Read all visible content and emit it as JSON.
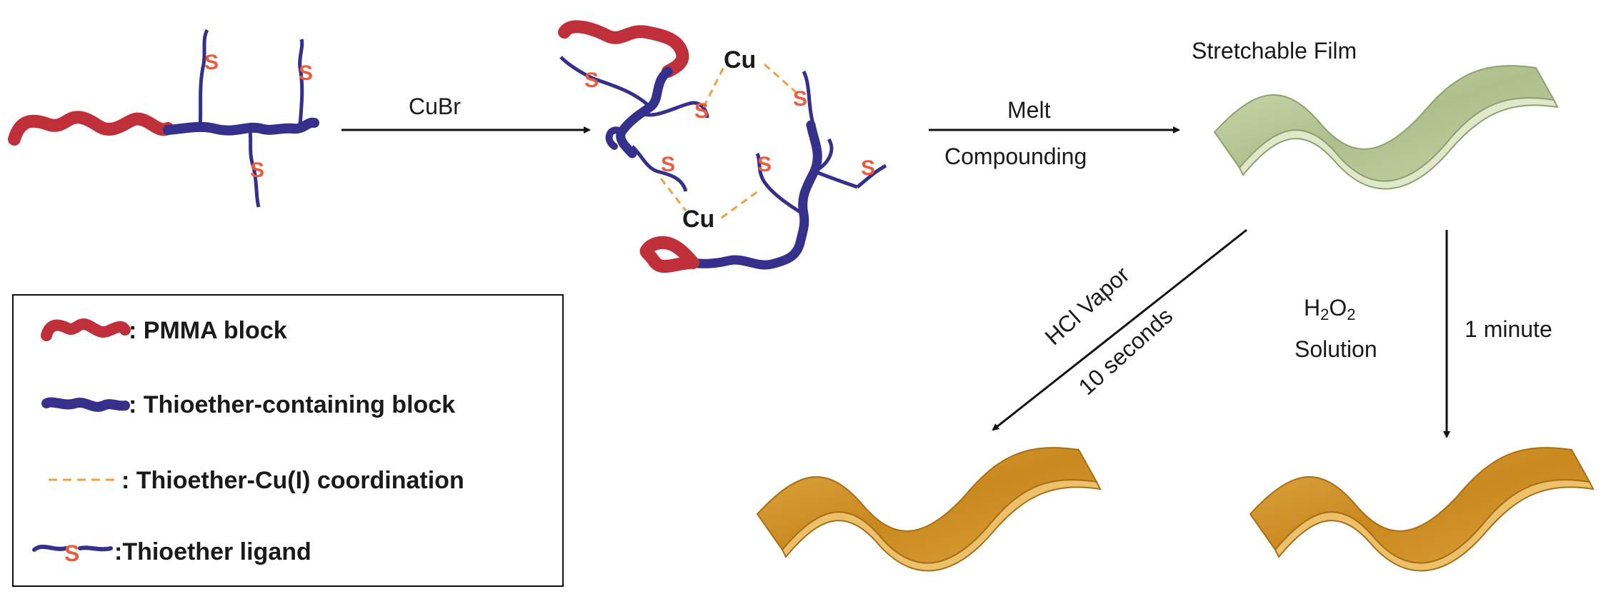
{
  "labels": {
    "cubr": "CuBr",
    "melt": "Melt",
    "compounding": "Compounding",
    "stretchable_film": "Stretchable Film",
    "hcl_vapor": "HCl Vapor",
    "ten_seconds": "10 seconds",
    "h2o2_main": "H",
    "h2o2_sub1": "2",
    "h2o2_o": "O",
    "h2o2_sub2": "2",
    "solution": "Solution",
    "one_minute": "1 minute",
    "cu_top": "Cu",
    "cu_bottom": "Cu",
    "ligand_s": "S"
  },
  "legend": {
    "items": [
      {
        "text": ": PMMA block"
      },
      {
        "text": ": Thioether-containing block"
      },
      {
        "text": ": Thioether-Cu(I) coordination"
      },
      {
        "text": ":Thioether ligand"
      }
    ]
  },
  "colors": {
    "pmma": "#c0303a",
    "thioether_block": "#35308c",
    "coordination": "#f0a040",
    "ligand_s": "#ee5a3c",
    "film_green": "#b9c99a",
    "film_orange": "#d4962c"
  }
}
